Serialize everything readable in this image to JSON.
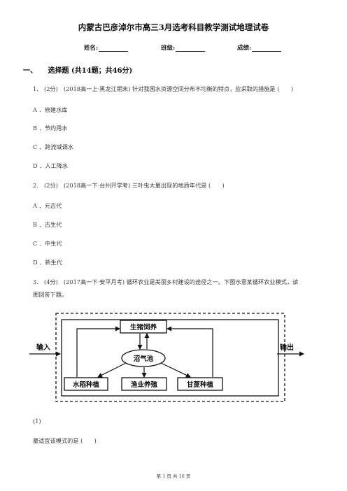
{
  "title": "内蒙古巴彦淖尔市高三3月选考科目教学测试地理试卷",
  "info": {
    "name_label": "姓名:",
    "class_label": "班级:",
    "score_label": "成绩:"
  },
  "section": {
    "number": "一、",
    "heading": "选择题 (共14题；共46分)"
  },
  "questions": [
    {
      "text": "1.　(2分)　(2018高一上·黑龙江期末) 针对我国水资源空间分布不均衡的特点，应采取的措施是 (　　)",
      "options": [
        "A ．修建水库",
        "B ．节约用水",
        "C ．跨流域调水",
        "D ．人工降水"
      ]
    },
    {
      "text": "2.　(2分)　(2018高一下·台州开学考) 三叶虫大量出现的地质年代是 (　　)",
      "options": [
        "A ．元古代",
        "B ．古生代",
        "C ．中生代",
        "D ．新生代"
      ]
    },
    {
      "text_line1": "3.　(4分)　(2017高一下·安平月考) 循环农业是美丽乡村建设的途径之一。下图示意某循环农业模式，读",
      "text_line2": "图回答下题。"
    }
  ],
  "diagram": {
    "input_label": "输入",
    "output_label": "输出",
    "feed_label": "生猪饲养",
    "biogas_label": "沼气池",
    "rice_label": "水稻种植",
    "fish_label": "渔业养殖",
    "sugarcane_label": "甘蔗种植"
  },
  "subquestion": {
    "number": "(1)",
    "text": "最适宜该模式的是 (　　)"
  },
  "footer": "第 1 页 共 16 页"
}
